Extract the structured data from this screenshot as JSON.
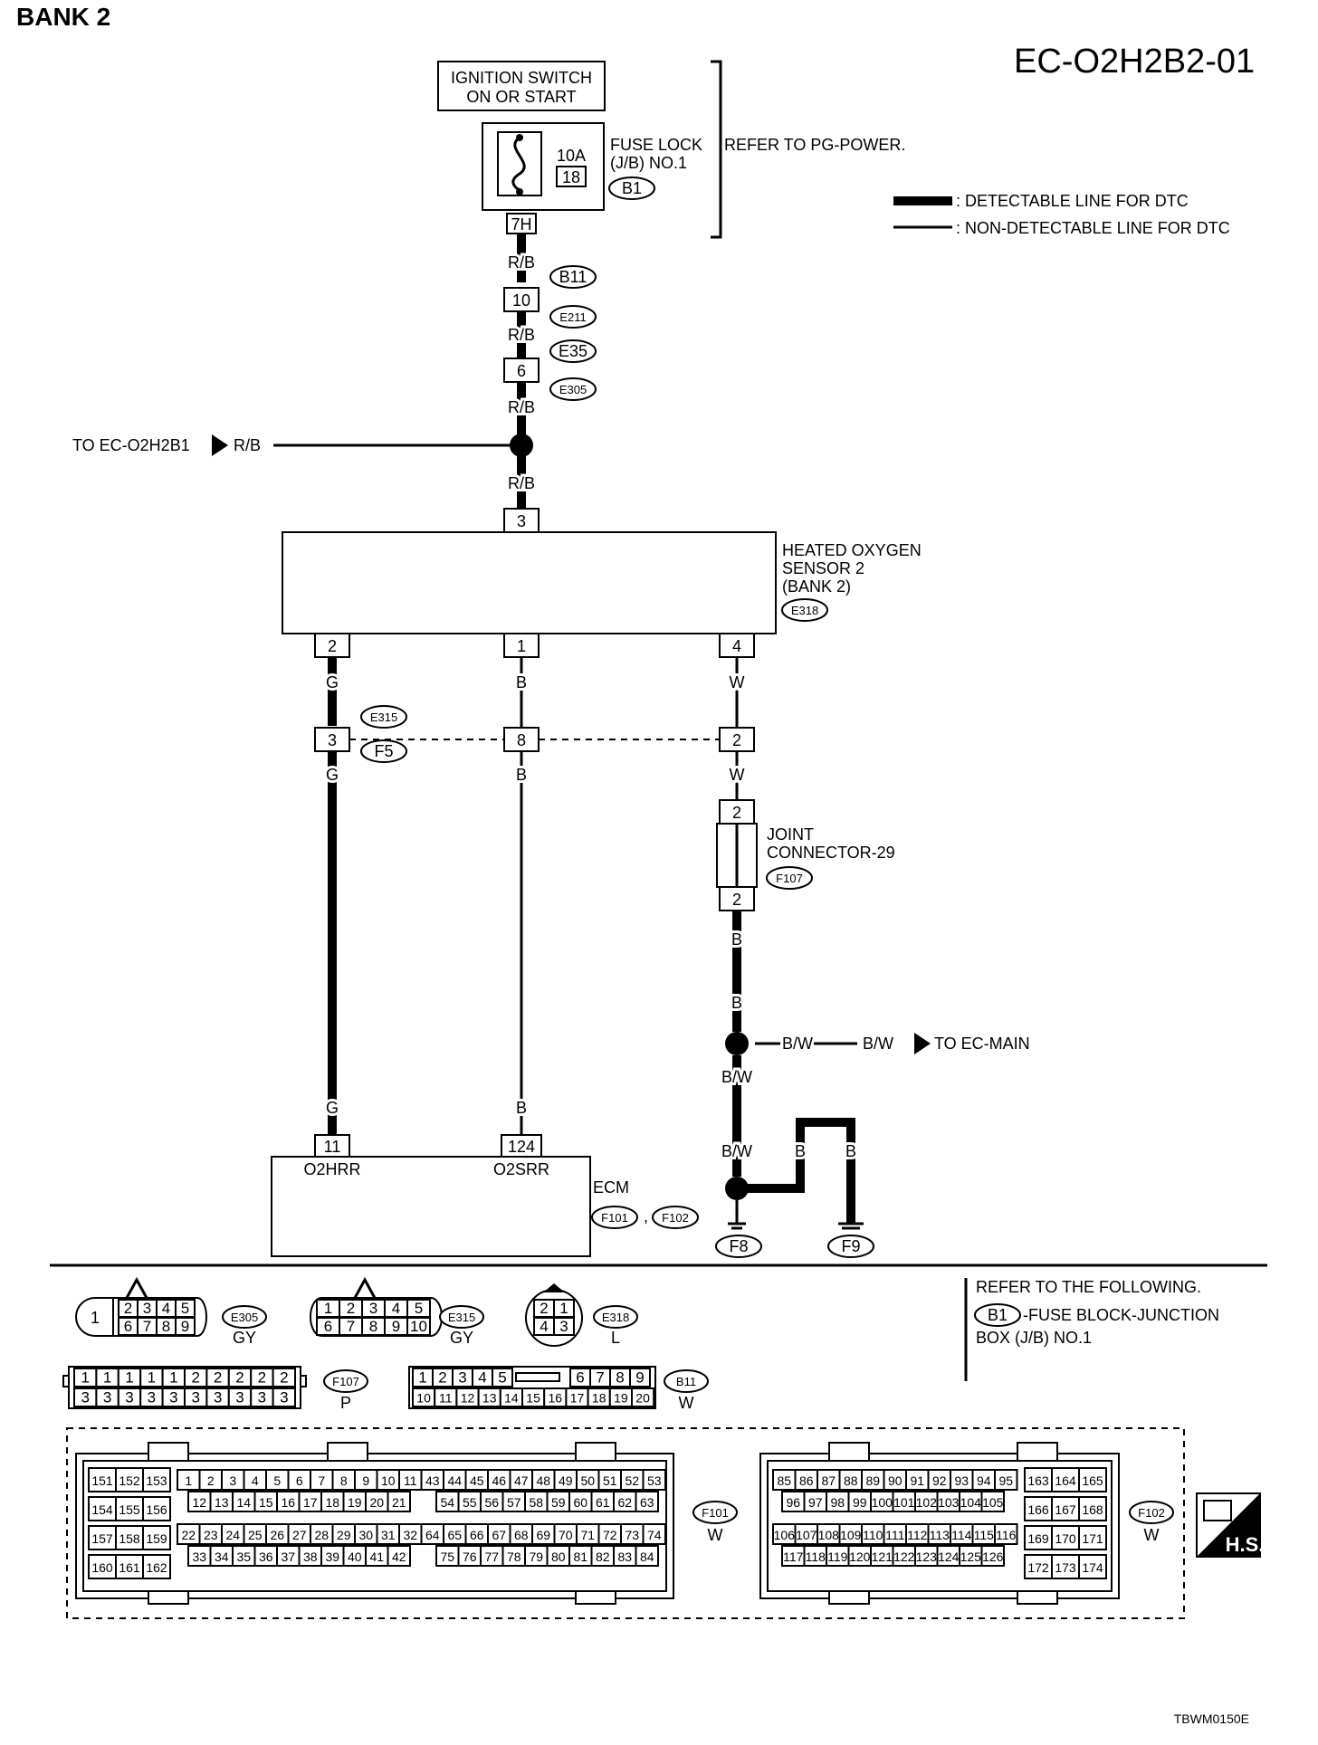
{
  "header": {
    "bank": "BANK 2",
    "code": "EC-O2H2B2-01",
    "footer_code": "TBWM0150E"
  },
  "legend": {
    "detectable": ": DETECTABLE LINE FOR DTC",
    "non_detectable": ": NON-DETECTABLE LINE FOR DTC"
  },
  "power": {
    "ignition": [
      "IGNITION SWITCH",
      "ON OR START"
    ],
    "fuse_amp": "10A",
    "fuse_no": "18",
    "fuse_lock": [
      "FUSE LOCK",
      "(J/B) NO.1"
    ],
    "fuse_conn": "B1",
    "fuse_out_pin": "7H",
    "refer": "REFER TO PG-POWER."
  },
  "wires": {
    "rb": "R/B",
    "g": "G",
    "b": "B",
    "w": "W",
    "bw": "B/W"
  },
  "connectors": {
    "b11": "B11",
    "e211": "E211",
    "pin10": "10",
    "e35": "E35",
    "e305": "E305",
    "pin6": "6",
    "e315": "E315",
    "f5": "F5",
    "f107": "F107",
    "f8": "F8",
    "f9": "F9",
    "f101": "F101",
    "f102": "F102",
    "comma": ","
  },
  "branch": {
    "to_b1": "TO EC-O2H2B1",
    "to_main": "TO EC-MAIN"
  },
  "sensor": {
    "name": [
      "HEATED OXYGEN",
      "SENSOR 2",
      "(BANK 2)"
    ],
    "conn": "E318",
    "pin_top": "3",
    "pins": [
      "2",
      "1",
      "4"
    ]
  },
  "inline_pins": [
    "3",
    "8",
    "2"
  ],
  "joint": {
    "name": [
      "JOINT",
      "CONNECTOR-29"
    ],
    "pin_top": "2",
    "pin_bottom": "2"
  },
  "ecm": {
    "name": "ECM",
    "pins": [
      "11",
      "124"
    ],
    "terms": [
      "O2HRR",
      "O2SRR"
    ]
  },
  "views": {
    "e305": {
      "code": "E305",
      "color": "GY",
      "big": "1",
      "top": [
        "2",
        "3",
        "4",
        "5"
      ],
      "bottom": [
        "6",
        "7",
        "8",
        "9"
      ]
    },
    "e315": {
      "code": "E315",
      "color": "GY",
      "top": [
        "1",
        "2",
        "3",
        "4",
        "5"
      ],
      "bottom": [
        "6",
        "7",
        "8",
        "9",
        "10"
      ]
    },
    "e318": {
      "code": "E318",
      "color": "L",
      "top": [
        "2",
        "1"
      ],
      "bottom": [
        "4",
        "3"
      ]
    },
    "f107": {
      "code": "F107",
      "color": "P",
      "top": [
        "1",
        "1",
        "1",
        "1",
        "1",
        "2",
        "2",
        "2",
        "2",
        "2"
      ],
      "bottom": [
        "3",
        "3",
        "3",
        "3",
        "3",
        "3",
        "3",
        "3",
        "3",
        "3"
      ]
    },
    "b11": {
      "code": "B11",
      "color": "W",
      "top_left": [
        "1",
        "2",
        "3",
        "4",
        "5"
      ],
      "top_right": [
        "6",
        "7",
        "8",
        "9"
      ],
      "bottom": [
        "10",
        "11",
        "12",
        "13",
        "14",
        "15",
        "16",
        "17",
        "18",
        "19",
        "20"
      ]
    },
    "f101": {
      "code": "F101",
      "color": "W",
      "left": [
        [
          "151",
          "152",
          "153"
        ],
        [
          "154",
          "155",
          "156"
        ],
        [
          "157",
          "158",
          "159"
        ],
        [
          "160",
          "161",
          "162"
        ]
      ],
      "r1": [
        "1",
        "2",
        "3",
        "4",
        "5",
        "6",
        "7",
        "8",
        "9",
        "10",
        "11",
        "43",
        "44",
        "45",
        "46",
        "47",
        "48",
        "49",
        "50",
        "51",
        "52",
        "53"
      ],
      "r2a": [
        "12",
        "13",
        "14",
        "15",
        "16",
        "17",
        "18",
        "19",
        "20",
        "21"
      ],
      "r2b": [
        "54",
        "55",
        "56",
        "57",
        "58",
        "59",
        "60",
        "61",
        "62",
        "63"
      ],
      "r3": [
        "22",
        "23",
        "24",
        "25",
        "26",
        "27",
        "28",
        "29",
        "30",
        "31",
        "32",
        "64",
        "65",
        "66",
        "67",
        "68",
        "69",
        "70",
        "71",
        "72",
        "73",
        "74"
      ],
      "r4a": [
        "33",
        "34",
        "35",
        "36",
        "37",
        "38",
        "39",
        "40",
        "41",
        "42"
      ],
      "r4b": [
        "75",
        "76",
        "77",
        "78",
        "79",
        "80",
        "81",
        "82",
        "83",
        "84"
      ]
    },
    "f102": {
      "code": "F102",
      "color": "W",
      "r1": [
        "85",
        "86",
        "87",
        "88",
        "89",
        "90",
        "91",
        "92",
        "93",
        "94",
        "95"
      ],
      "r2": [
        "96",
        "97",
        "98",
        "99",
        "100",
        "101",
        "102",
        "103",
        "104",
        "105"
      ],
      "r3": [
        "106",
        "107",
        "108",
        "109",
        "110",
        "111",
        "112",
        "113",
        "114",
        "115",
        "116"
      ],
      "r4": [
        "117",
        "118",
        "119",
        "120",
        "121",
        "122",
        "123",
        "124",
        "125",
        "126"
      ],
      "right": [
        [
          "163",
          "164",
          "165"
        ],
        [
          "166",
          "167",
          "168"
        ],
        [
          "169",
          "170",
          "171"
        ],
        [
          "172",
          "173",
          "174"
        ]
      ]
    }
  },
  "refer_note": {
    "title": "REFER TO THE FOLLOWING.",
    "conn": "B1",
    "line1": "-FUSE BLOCK-JUNCTION",
    "line2": "BOX (J/B) NO.1"
  },
  "badge": "H.S."
}
